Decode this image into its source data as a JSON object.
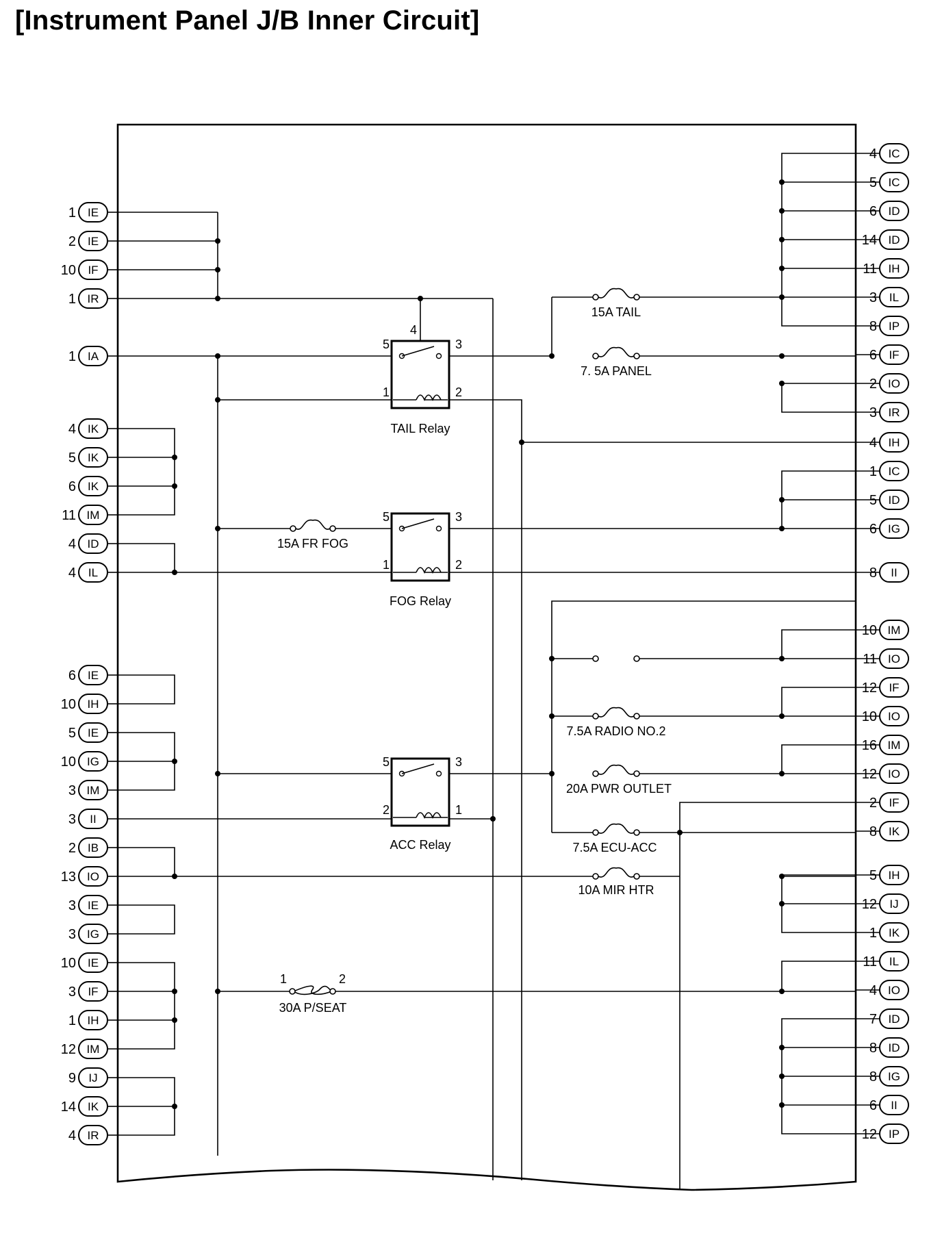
{
  "title": "[Instrument Panel J/B Inner Circuit]",
  "connectors": {
    "left": [
      {
        "pin": "1",
        "code": "IE"
      },
      {
        "pin": "2",
        "code": "IE"
      },
      {
        "pin": "10",
        "code": "IF"
      },
      {
        "pin": "1",
        "code": "IR"
      },
      {
        "pin": "1",
        "code": "IA"
      },
      {
        "pin": "4",
        "code": "IK"
      },
      {
        "pin": "5",
        "code": "IK"
      },
      {
        "pin": "6",
        "code": "IK"
      },
      {
        "pin": "11",
        "code": "IM"
      },
      {
        "pin": "4",
        "code": "ID"
      },
      {
        "pin": "4",
        "code": "IL"
      },
      {
        "pin": "6",
        "code": "IE"
      },
      {
        "pin": "10",
        "code": "IH"
      },
      {
        "pin": "5",
        "code": "IE"
      },
      {
        "pin": "10",
        "code": "IG"
      },
      {
        "pin": "3",
        "code": "IM"
      },
      {
        "pin": "3",
        "code": "II"
      },
      {
        "pin": "2",
        "code": "IB"
      },
      {
        "pin": "13",
        "code": "IO"
      },
      {
        "pin": "3",
        "code": "IE"
      },
      {
        "pin": "3",
        "code": "IG"
      },
      {
        "pin": "10",
        "code": "IE"
      },
      {
        "pin": "3",
        "code": "IF"
      },
      {
        "pin": "1",
        "code": "IH"
      },
      {
        "pin": "12",
        "code": "IM"
      },
      {
        "pin": "9",
        "code": "IJ"
      },
      {
        "pin": "14",
        "code": "IK"
      },
      {
        "pin": "4",
        "code": "IR"
      }
    ],
    "right": [
      {
        "pin": "4",
        "code": "IC"
      },
      {
        "pin": "5",
        "code": "IC"
      },
      {
        "pin": "6",
        "code": "ID"
      },
      {
        "pin": "14",
        "code": "ID"
      },
      {
        "pin": "11",
        "code": "IH"
      },
      {
        "pin": "3",
        "code": "IL"
      },
      {
        "pin": "8",
        "code": "IP"
      },
      {
        "pin": "6",
        "code": "IF"
      },
      {
        "pin": "2",
        "code": "IO"
      },
      {
        "pin": "3",
        "code": "IR"
      },
      {
        "pin": "4",
        "code": "IH"
      },
      {
        "pin": "1",
        "code": "IC"
      },
      {
        "pin": "5",
        "code": "ID"
      },
      {
        "pin": "6",
        "code": "IG"
      },
      {
        "pin": "8",
        "code": "II"
      },
      {
        "pin": "10",
        "code": "IM"
      },
      {
        "pin": "11",
        "code": "IO"
      },
      {
        "pin": "12",
        "code": "IF"
      },
      {
        "pin": "10",
        "code": "IO"
      },
      {
        "pin": "16",
        "code": "IM"
      },
      {
        "pin": "12",
        "code": "IO"
      },
      {
        "pin": "2",
        "code": "IF"
      },
      {
        "pin": "8",
        "code": "IK"
      },
      {
        "pin": "5",
        "code": "IH"
      },
      {
        "pin": "12",
        "code": "IJ"
      },
      {
        "pin": "1",
        "code": "IK"
      },
      {
        "pin": "11",
        "code": "IL"
      },
      {
        "pin": "4",
        "code": "IO"
      },
      {
        "pin": "7",
        "code": "ID"
      },
      {
        "pin": "8",
        "code": "ID"
      },
      {
        "pin": "8",
        "code": "IG"
      },
      {
        "pin": "6",
        "code": "II"
      },
      {
        "pin": "12",
        "code": "IP"
      }
    ]
  },
  "fuses": {
    "tail": "15A TAIL",
    "panel": "7. 5A PANEL",
    "fr_fog": "15A FR FOG",
    "radio2": "7.5A RADIO NO.2",
    "pwr_outlet": "20A PWR OUTLET",
    "ecu_acc": "7.5A ECU-ACC",
    "mir_htr": "10A MIR HTR",
    "p_seat": "30A P/SEAT",
    "p_seat_pin1": "1",
    "p_seat_pin2": "2"
  },
  "relays": {
    "tail": {
      "name": "TAIL Relay",
      "pins": [
        "5",
        "3",
        "1",
        "2"
      ],
      "extra_pin": "4"
    },
    "fog": {
      "name": "FOG Relay",
      "pins": [
        "5",
        "3",
        "1",
        "2"
      ]
    },
    "acc": {
      "name": "ACC Relay",
      "pins": [
        "5",
        "3",
        "2",
        "1"
      ]
    }
  }
}
